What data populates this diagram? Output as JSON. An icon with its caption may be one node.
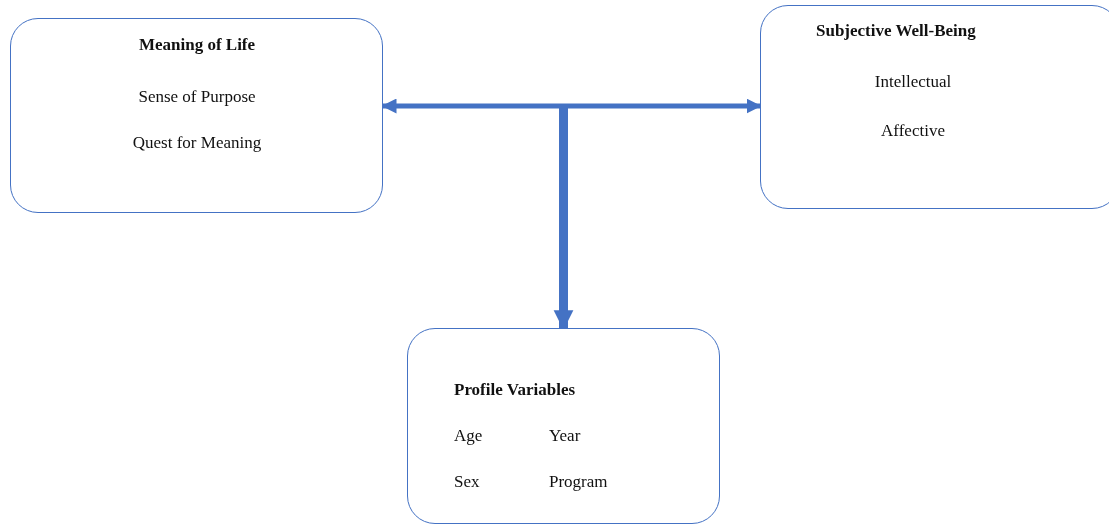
{
  "diagram": {
    "nodes": [
      {
        "text": [
          "Meaning of Life",
          "Sense of Purpose",
          "Quest for Meaning"
        ]
      },
      {
        "text": [
          "Subjective Well-Being",
          "Intellectual",
          "Affective"
        ]
      },
      {
        "text": [
          "Profile Variables",
          "Age",
          "Year",
          "Sex",
          "Program"
        ]
      }
    ],
    "edges": [
      {
        "from": 0,
        "to": 1,
        "arrow": "both"
      },
      {
        "from": null,
        "to": 2,
        "arrow": "to",
        "style": "thick"
      }
    ]
  }
}
